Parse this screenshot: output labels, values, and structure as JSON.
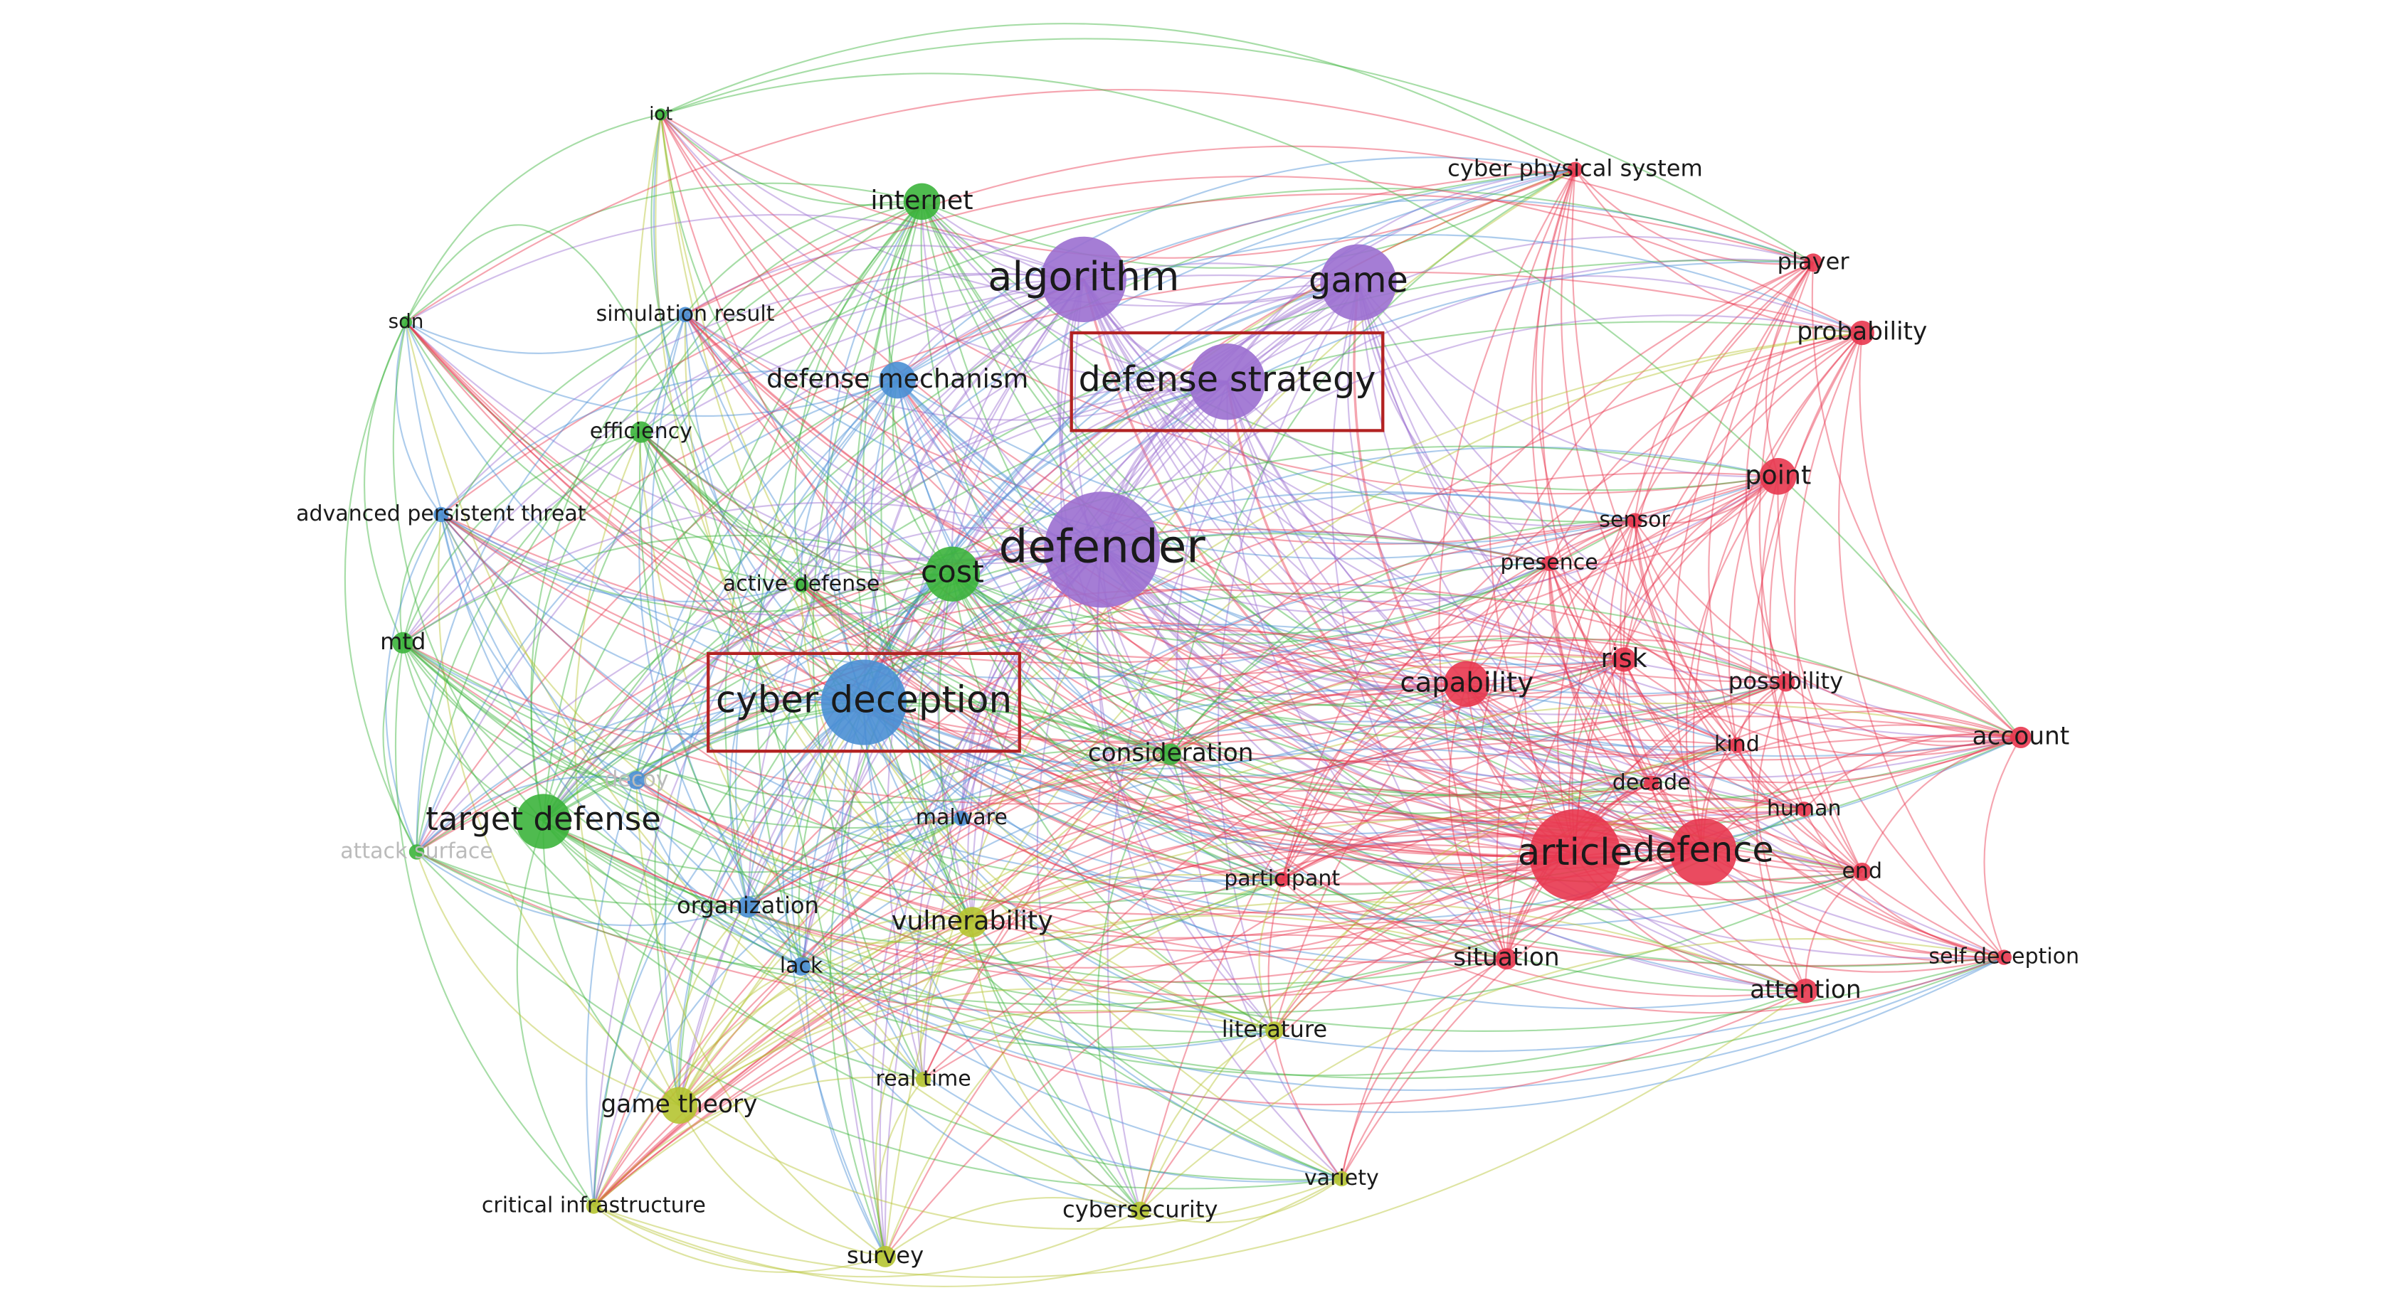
{
  "clusters": {
    "red": "#e8374f",
    "green": "#3cb43c",
    "blue": "#4a8fd4",
    "purple": "#9b6fd0",
    "yellow": "#b5c431"
  },
  "highlight_color": "#b22222",
  "nodes": [
    {
      "id": "iot",
      "label": "iot",
      "cluster": "green"
    },
    {
      "id": "internet",
      "label": "internet",
      "cluster": "green"
    },
    {
      "id": "algorithm",
      "label": "algorithm",
      "cluster": "purple"
    },
    {
      "id": "game",
      "label": "game",
      "cluster": "purple"
    },
    {
      "id": "cps",
      "label": "cyber physical system",
      "cluster": "red"
    },
    {
      "id": "player",
      "label": "player",
      "cluster": "red"
    },
    {
      "id": "probability",
      "label": "probability",
      "cluster": "red"
    },
    {
      "id": "sdn",
      "label": "sdn",
      "cluster": "green"
    },
    {
      "id": "simres",
      "label": "simulation result",
      "cluster": "blue"
    },
    {
      "id": "defmech",
      "label": "defense mechanism",
      "cluster": "blue"
    },
    {
      "id": "defstrat",
      "label": "defense strategy",
      "cluster": "purple",
      "highlighted": true
    },
    {
      "id": "efficiency",
      "label": "efficiency",
      "cluster": "green"
    },
    {
      "id": "apt",
      "label": "advanced persistent threat",
      "cluster": "blue"
    },
    {
      "id": "defender",
      "label": "defender",
      "cluster": "purple"
    },
    {
      "id": "cost",
      "label": "cost",
      "cluster": "green"
    },
    {
      "id": "actdef",
      "label": "active defense",
      "cluster": "green"
    },
    {
      "id": "sensor",
      "label": "sensor",
      "cluster": "red"
    },
    {
      "id": "presence",
      "label": "presence",
      "cluster": "red"
    },
    {
      "id": "point",
      "label": "point",
      "cluster": "red"
    },
    {
      "id": "mtd",
      "label": "mtd",
      "cluster": "green"
    },
    {
      "id": "cyberdec",
      "label": "cyber deception",
      "cluster": "blue",
      "highlighted": true
    },
    {
      "id": "capability",
      "label": "capability",
      "cluster": "red"
    },
    {
      "id": "risk",
      "label": "risk",
      "cluster": "red"
    },
    {
      "id": "possibility",
      "label": "possibility",
      "cluster": "red"
    },
    {
      "id": "account",
      "label": "account",
      "cluster": "red"
    },
    {
      "id": "kind",
      "label": "kind",
      "cluster": "red"
    },
    {
      "id": "consideration",
      "label": "consideration",
      "cluster": "green"
    },
    {
      "id": "decoy",
      "label": "decoy",
      "cluster": "blue"
    },
    {
      "id": "decade",
      "label": "decade",
      "cluster": "red"
    },
    {
      "id": "targetdef",
      "label": "target defense",
      "cluster": "green"
    },
    {
      "id": "attacksurf",
      "label": "attack surface",
      "cluster": "green"
    },
    {
      "id": "malware",
      "label": "malware",
      "cluster": "blue"
    },
    {
      "id": "human",
      "label": "human",
      "cluster": "red"
    },
    {
      "id": "article",
      "label": "article",
      "cluster": "red"
    },
    {
      "id": "defence",
      "label": "defence",
      "cluster": "red"
    },
    {
      "id": "end",
      "label": "end",
      "cluster": "red"
    },
    {
      "id": "participant",
      "label": "participant",
      "cluster": "red"
    },
    {
      "id": "organization",
      "label": "organization",
      "cluster": "blue"
    },
    {
      "id": "vulnerability",
      "label": "vulnerability",
      "cluster": "yellow"
    },
    {
      "id": "lack",
      "label": "lack",
      "cluster": "blue"
    },
    {
      "id": "situation",
      "label": "situation",
      "cluster": "red"
    },
    {
      "id": "selfdec",
      "label": "self deception",
      "cluster": "red"
    },
    {
      "id": "attention",
      "label": "attention",
      "cluster": "red"
    },
    {
      "id": "literature",
      "label": "literature",
      "cluster": "yellow"
    },
    {
      "id": "realtime",
      "label": "real time",
      "cluster": "yellow"
    },
    {
      "id": "gametheory",
      "label": "game theory",
      "cluster": "yellow"
    },
    {
      "id": "critinfra",
      "label": "critical infrastructure",
      "cluster": "yellow"
    },
    {
      "id": "cybersecurity",
      "label": "cybersecurity",
      "cluster": "yellow"
    },
    {
      "id": "variety",
      "label": "variety",
      "cluster": "yellow"
    },
    {
      "id": "survey",
      "label": "survey",
      "cluster": "yellow"
    }
  ]
}
